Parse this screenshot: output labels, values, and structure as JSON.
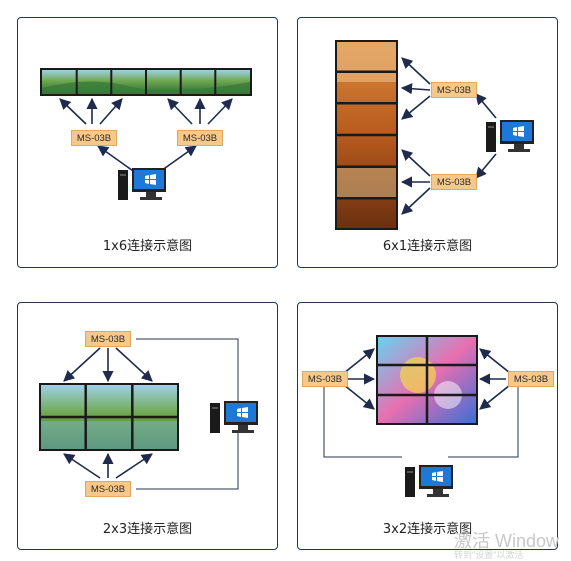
{
  "switcher_label": "MS-03B",
  "panels": {
    "p1": {
      "caption": "1x6连接示意图"
    },
    "p2": {
      "caption": "6x1连接示意图"
    },
    "p3": {
      "caption": "2x3连接示意图"
    },
    "p4": {
      "caption": "3x2连接示意图"
    }
  },
  "watermark": {
    "line1": "激活 Window",
    "line2": "转到\"设置\"以激活"
  },
  "colors": {
    "frame": "#27334f",
    "arrow": "#1f2b4d",
    "switcher_fill": "#f6c98a",
    "monitor_blue": "#1e78d6"
  }
}
